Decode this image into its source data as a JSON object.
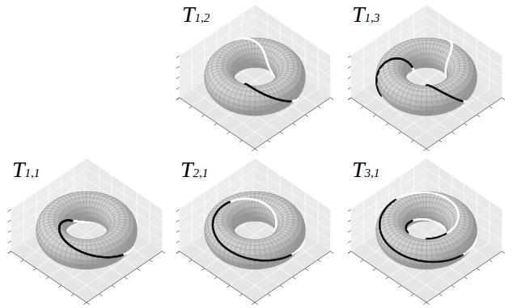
{
  "diagram": {
    "labels": [
      "T1,2",
      "T1,3",
      "T1,1",
      "T2,1",
      "T3,1"
    ]
  }
}
